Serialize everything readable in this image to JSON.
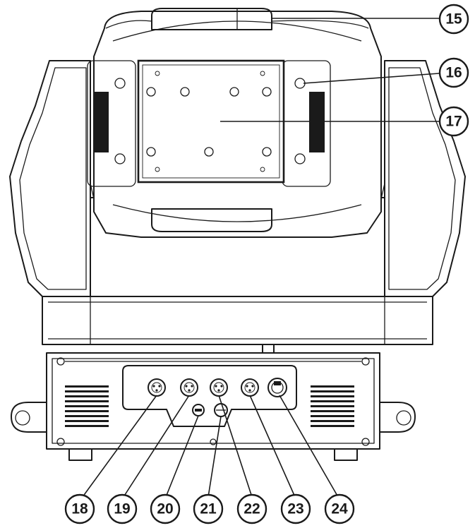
{
  "callouts": [
    {
      "id": "c15",
      "label": "15"
    },
    {
      "id": "c16",
      "label": "16"
    },
    {
      "id": "c17",
      "label": "17"
    },
    {
      "id": "c18",
      "label": "18"
    },
    {
      "id": "c19",
      "label": "19"
    },
    {
      "id": "c20",
      "label": "20"
    },
    {
      "id": "c21",
      "label": "21"
    },
    {
      "id": "c22",
      "label": "22"
    },
    {
      "id": "c23",
      "label": "23"
    },
    {
      "id": "c24",
      "label": "24"
    }
  ]
}
